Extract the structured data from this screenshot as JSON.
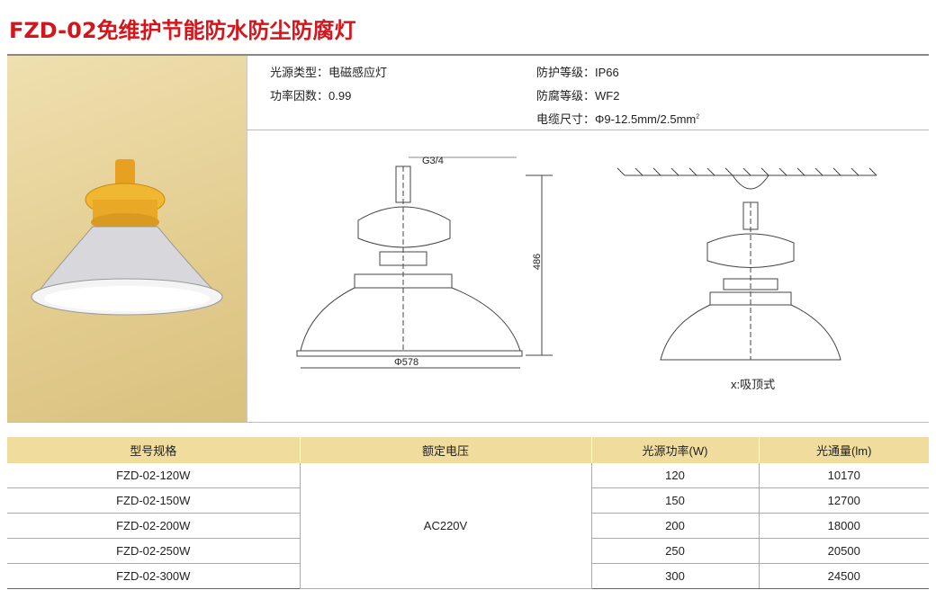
{
  "title": "FZD-02免维护节能防水防尘防腐灯",
  "specs": {
    "light_source": "光源类型：电磁感应灯",
    "power_factor": "功率因数：0.99",
    "protection": "防护等级：IP66",
    "anticorrosion": "防腐等级：WF2",
    "cable": "电缆尺寸：Φ9-12.5mm/2.5mm",
    "cable_sup": "2"
  },
  "drawing": {
    "thread": "G3/4",
    "height": "486",
    "diameter": "Φ578",
    "mount": "x:吸顶式"
  },
  "table": {
    "headers": [
      "型号规格",
      "额定电压",
      "光源功率(W)",
      "光通量(lm)"
    ],
    "voltage": "AC220V",
    "rows": [
      [
        "FZD-02-120W",
        "120",
        "10170"
      ],
      [
        "FZD-02-150W",
        "150",
        "12700"
      ],
      [
        "FZD-02-200W",
        "200",
        "18000"
      ],
      [
        "FZD-02-250W",
        "250",
        "20500"
      ],
      [
        "FZD-02-300W",
        "300",
        "24500"
      ]
    ]
  }
}
